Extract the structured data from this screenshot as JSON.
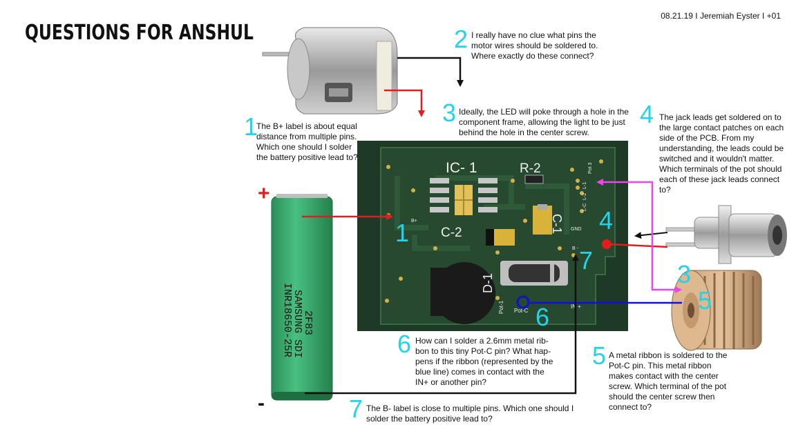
{
  "header": {
    "title": "QUESTIONS FOR ANSHUL",
    "meta": "08.21.19 I Jeremiah Eyster I +01"
  },
  "notes": [
    {
      "num": "1",
      "text": "The B+ label is about equal distance from multiple pins. Which one should I solder the battery positive lead to?"
    },
    {
      "num": "2",
      "text": "I really have no clue what pins the motor wires should be soldered to. Where exactly do these connect?"
    },
    {
      "num": "3",
      "text": "Ideally, the LED will poke through a hole in the component frame, allowing the light to be just behind the hole in the center screw."
    },
    {
      "num": "4",
      "text": "The jack leads get soldered on to the large contact patches on each side of the PCB. From my understanding, the leads could be switched and it wouldn't matter. Which terminals of the pot should each of these jack leads connect to?"
    },
    {
      "num": "5",
      "text": "A metal ribbon is soldered to the Pot-C pin. This metal ribbon makes contact with the center screw. Which terminal of the pot should the center screw then connect to?"
    },
    {
      "num": "6",
      "text": "How can I solder a 2.6mm  metal rib-bon to this tiny Pot-C pin? What hap-pens if the ribbon (represented by the blue line) comes in contact with the IN+ or another pin?"
    },
    {
      "num": "7",
      "text": "The B- label is close to multiple pins. Which one should I solder the battery positive lead to?"
    }
  ],
  "battery": {
    "plus": "+",
    "minus": "-",
    "label_line1": "INR18650-25R",
    "label_line2": "SAMSUNG SDI",
    "label_line3": "2F83"
  },
  "pcb": {
    "ic1": "IC- 1",
    "r2": "R-2",
    "c2": "C-2",
    "c1": "C-1",
    "d1": "D-1",
    "bplus": "B+",
    "bminus": "B -",
    "gnd": "GND",
    "pot1": "Pot-1",
    "potc": "Pot-C",
    "pot3": "Pot 3",
    "l1": "L-1",
    "l2": "L-2",
    "lc": "L-C",
    "in": "IN +"
  },
  "markers": {
    "m1": "1",
    "m3": "3",
    "m4": "4",
    "m5": "5",
    "m6": "6",
    "m7": "7"
  },
  "colors": {
    "accent_number": "#22d3ee",
    "arrow_red": "#e11d1d",
    "arrow_black": "#111111",
    "arrow_magenta": "#ee44ee",
    "line_blue": "#1111cc",
    "pcb_green": "#1e3a26",
    "battery_green": "#3aa96b"
  }
}
